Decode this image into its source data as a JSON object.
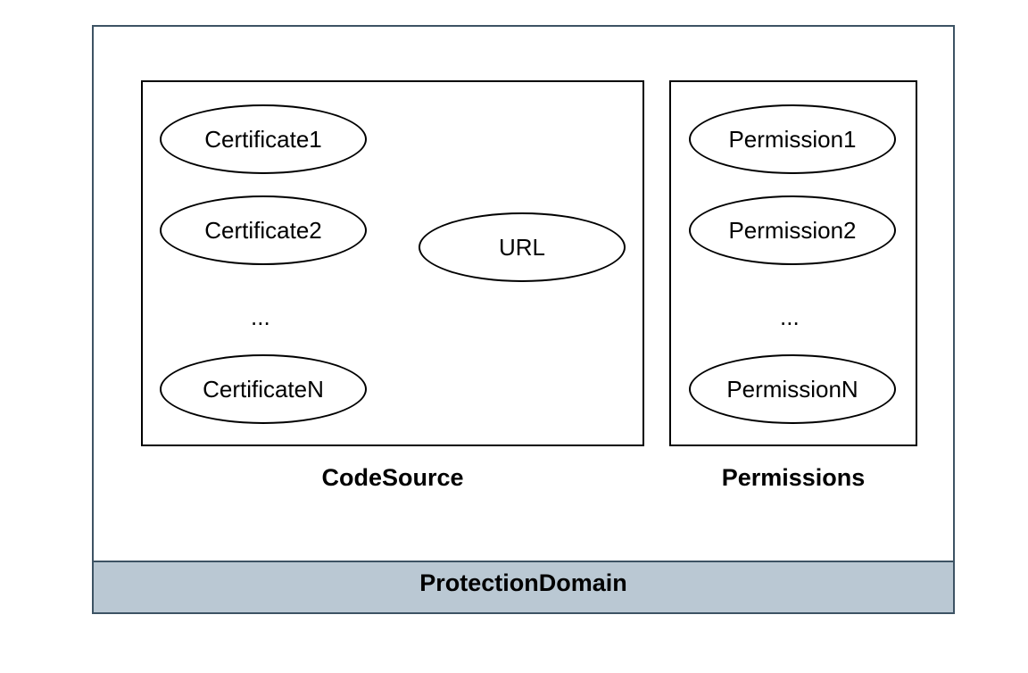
{
  "protection_domain": {
    "label": "ProtectionDomain"
  },
  "code_source": {
    "label": "CodeSource",
    "certificates": [
      "Certificate1",
      "Certificate2",
      "CertificateN"
    ],
    "ellipsis": "...",
    "url": "URL"
  },
  "permissions": {
    "label": "Permissions",
    "items": [
      "Permission1",
      "Permission2",
      "PermissionN"
    ],
    "ellipsis": "..."
  },
  "colors": {
    "border": "#3d5364",
    "band": "#bac8d3"
  }
}
